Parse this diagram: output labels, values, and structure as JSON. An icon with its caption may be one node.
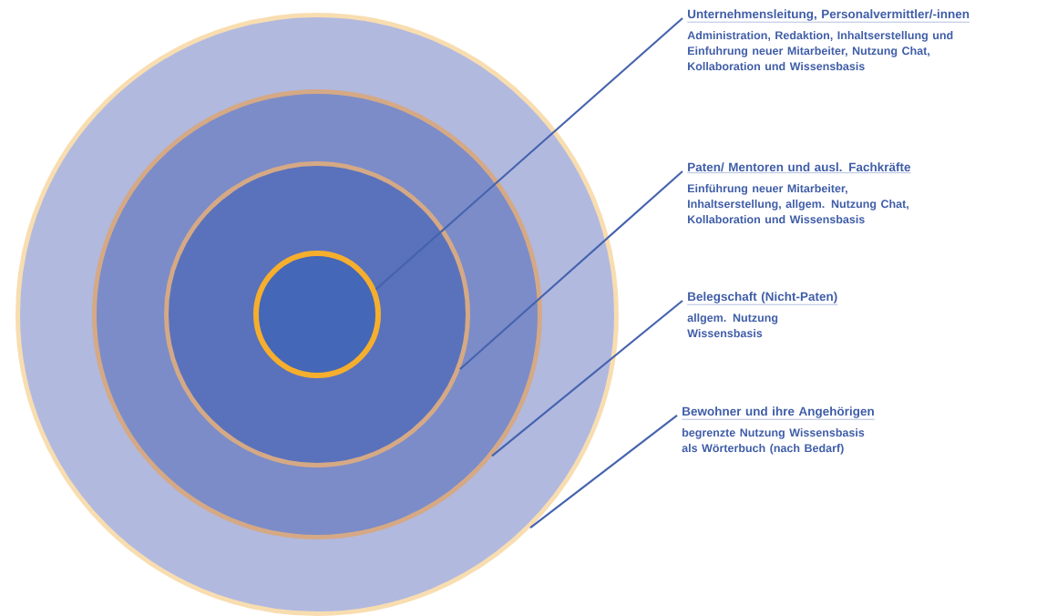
{
  "diagram": {
    "nodes": [
      {
        "text": [],
        "shape": "circle"
      },
      {
        "text": [],
        "shape": "circle",
        "in": 0
      },
      {
        "text": [],
        "shape": "circle",
        "in": 1
      },
      {
        "text": [],
        "shape": "circle",
        "in": 2
      },
      {
        "text": [
          "Unternehmensleitung, Personalvermittler/-innen",
          "Administration, Redaktion, Inhaltserstellung und Einfuhrung neuer Mitarbeiter, Nutzung Chat, Kollaboration und Wissensbasis"
        ]
      },
      {
        "text": [
          "Paten/ Mentoren und ausl. Fachkräfte",
          "Einführung neuer Mitarbeiter, Inhaltserstellung, allgem. Nutzung Chat, Kollaboration und Wissensbasis"
        ]
      },
      {
        "text": [
          "Belegschaft (Nicht-Paten)",
          "allgem. Nutzung Wissensbasis"
        ]
      },
      {
        "text": [
          "Bewohner und ihre Angehörigen",
          "begrenzte Nutzung Wissensbasis als Wörterbuch (nach Bedarf)"
        ]
      }
    ],
    "edges": [
      {
        "from": 4,
        "to": 3,
        "arrow": "none"
      },
      {
        "from": 5,
        "to": 2,
        "arrow": "none"
      },
      {
        "from": 6,
        "to": 1,
        "arrow": "none"
      },
      {
        "from": 7,
        "to": 0,
        "arrow": "none"
      }
    ]
  }
}
